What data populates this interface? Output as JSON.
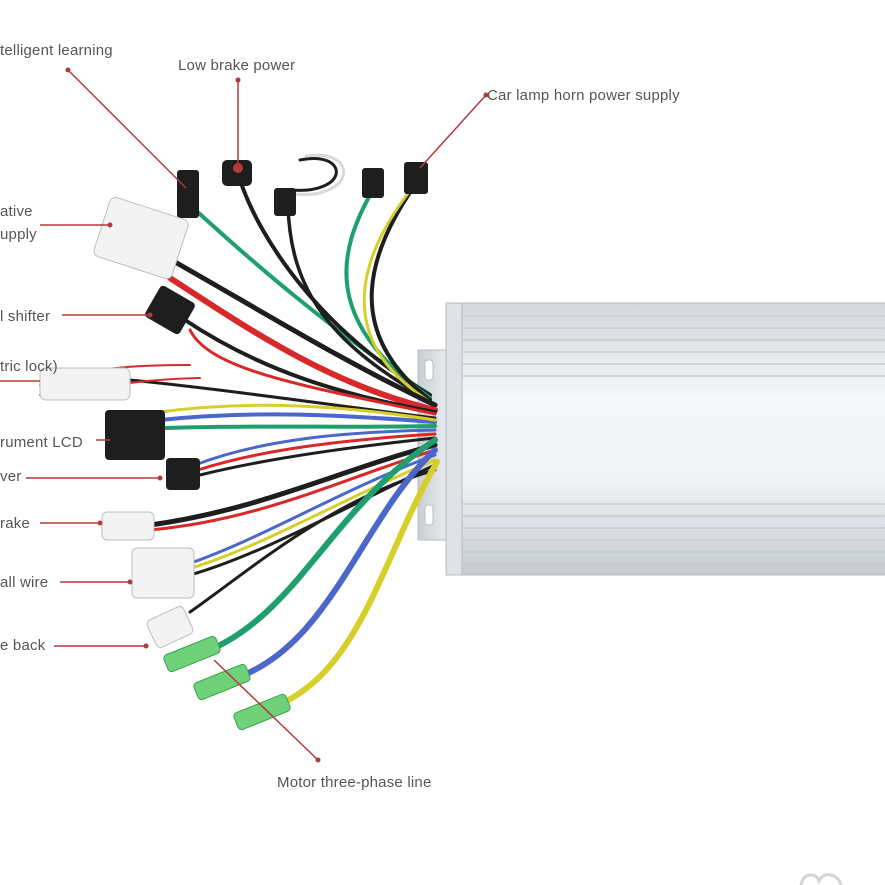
{
  "colors": {
    "pointer": "#b23a3a",
    "housing_light": "#eceff2",
    "housing_dark": "#bfc5cb",
    "wire_red": "#d8282a",
    "wire_black": "#1e1e1e",
    "wire_green": "#1f9e6e",
    "wire_blue": "#4b67c9",
    "wire_yellow": "#d6cf2a",
    "wire_white": "#d9d9d9",
    "terminal_green": "#6fd27a"
  },
  "labels": {
    "intelligent_learning": "telligent learning",
    "low_brake_power": "Low brake power",
    "car_lamp_horn": "Car lamp horn power supply",
    "negative_supply_1": "ative",
    "negative_supply_2": "upply",
    "shifter": "l shifter",
    "electric_lock": "tric lock)",
    "instrument_lcd": "rument LCD",
    "power": "ver",
    "brake": "rake",
    "hall_wire": "all wire",
    "back": "e back",
    "motor_three_phase": "Motor three-phase line"
  }
}
